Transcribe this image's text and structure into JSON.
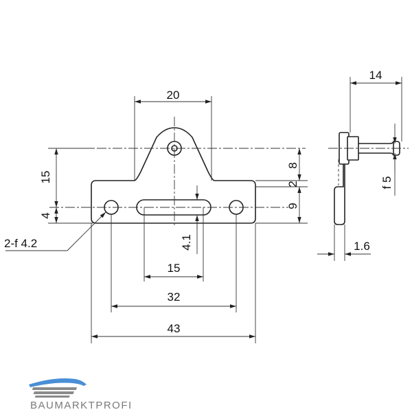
{
  "dimensions": {
    "width_top": "20",
    "height_15": "15",
    "height_4": "4",
    "hole_spec": "2-f 4.2",
    "dim_8": "8",
    "dim_2": "2",
    "dim_9": "9",
    "dim_4_1": "4.1",
    "slot_15": "15",
    "holes_32": "32",
    "overall_43": "43",
    "side_14": "14",
    "pin_f5": "f 5",
    "thickness_1_6": "1.6"
  },
  "brand": {
    "name": "BAUMARKTPROFI",
    "color_blue": "#4a8fd6",
    "color_grey": "#8a8a8a"
  }
}
